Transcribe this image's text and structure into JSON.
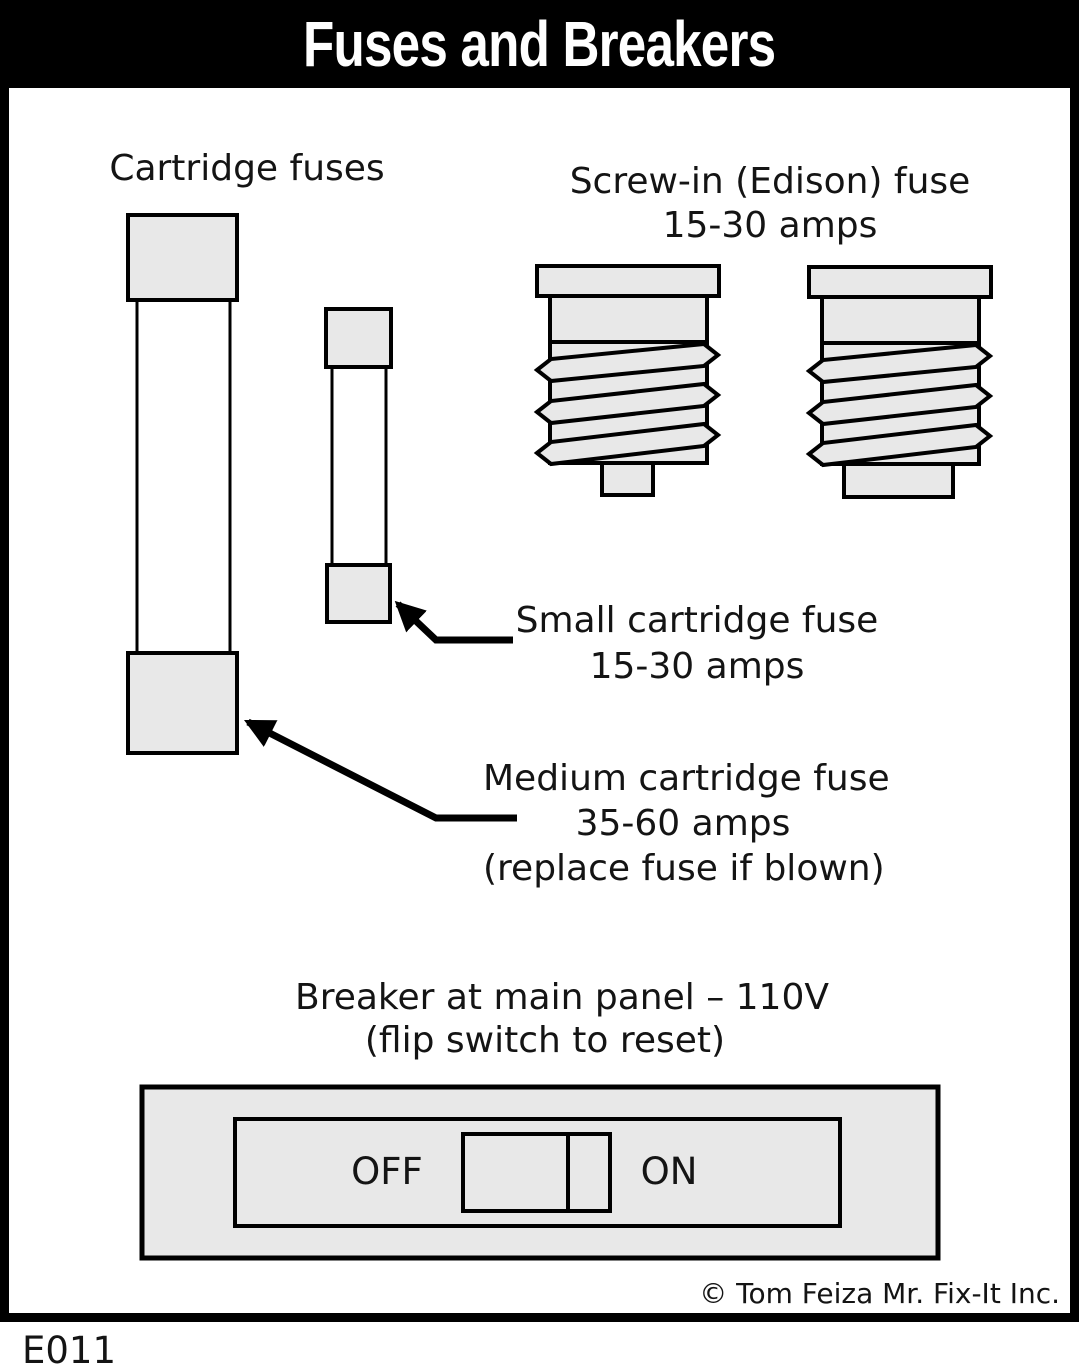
{
  "title_bar": {
    "title": "Fuses and Breakers"
  },
  "diagram": {
    "cartridge_label": "Cartridge fuses",
    "screw_in_label": {
      "line1": "Screw-in (Edison) fuse",
      "line2": "15-30 amps"
    },
    "small_fuse_label": {
      "line1": "Small cartridge fuse",
      "line2": "15-30 amps"
    },
    "medium_fuse_label": {
      "line1": "Medium cartridge fuse",
      "line2": "35-60 amps",
      "line3": "(replace fuse if blown)"
    },
    "breaker_label": {
      "line1": "Breaker at main panel – 110V",
      "line2": "(flip switch to reset)"
    },
    "breaker_switch": {
      "off": "OFF",
      "on": "ON"
    }
  },
  "footer": {
    "copyright": "© Tom Feiza Mr. Fix-It Inc.",
    "page_code": "E011"
  },
  "colors": {
    "shape_fill": "#e8e8e8",
    "line": "#000000",
    "title_bg": "#000000",
    "title_text": "#ffffff",
    "label_text": "#141414"
  }
}
